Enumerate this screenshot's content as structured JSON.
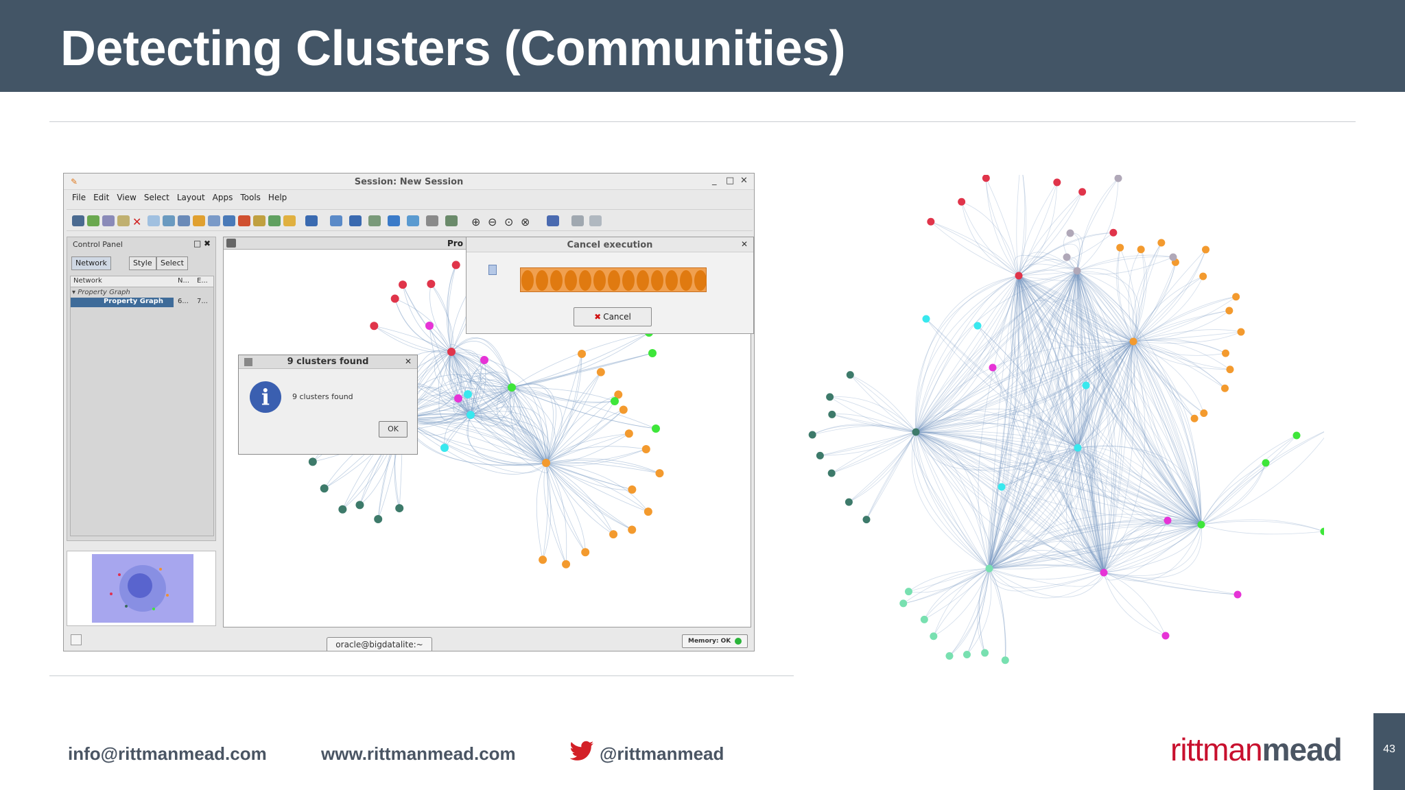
{
  "slide": {
    "title": "Detecting Clusters (Communities)",
    "page_number": "43"
  },
  "app": {
    "window_title": "Session: New Session",
    "menu": [
      "File",
      "Edit",
      "View",
      "Select",
      "Layout",
      "Apps",
      "Tools",
      "Help"
    ],
    "control_panel": {
      "title": "Control Panel",
      "tabs": [
        "Network",
        "Style",
        "Select"
      ],
      "columns": [
        "Network",
        "N...",
        "E..."
      ],
      "tree_parent": "Property Graph",
      "tree_child": "Property Graph",
      "child_nodes": "6...",
      "child_edges": "7..."
    },
    "network_panel_label": "Pro",
    "cancel_dialog": {
      "title": "Cancel execution",
      "cancel_label": "Cancel"
    },
    "clusters_dialog": {
      "title": "9 clusters found",
      "message": "9 clusters found",
      "ok_label": "OK"
    },
    "status": {
      "terminal": "oracle@bigdatalite:~",
      "memory": "Memory: OK"
    },
    "colors": {
      "edge": "#7a9cc4",
      "red_node": "#e0344a",
      "orange_node": "#f39a2e",
      "green_node": "#3ee63a",
      "teal_node": "#3d7a6a",
      "magenta_node": "#e633d6",
      "cyan_node": "#38e8ee",
      "mint_node": "#78e0b0"
    }
  },
  "footer": {
    "email": "info@rittmanmead.com",
    "website": "www.rittmanmead.com",
    "twitter": "@rittmanmead",
    "brand_part1": "rittman",
    "brand_part2": "mead"
  }
}
